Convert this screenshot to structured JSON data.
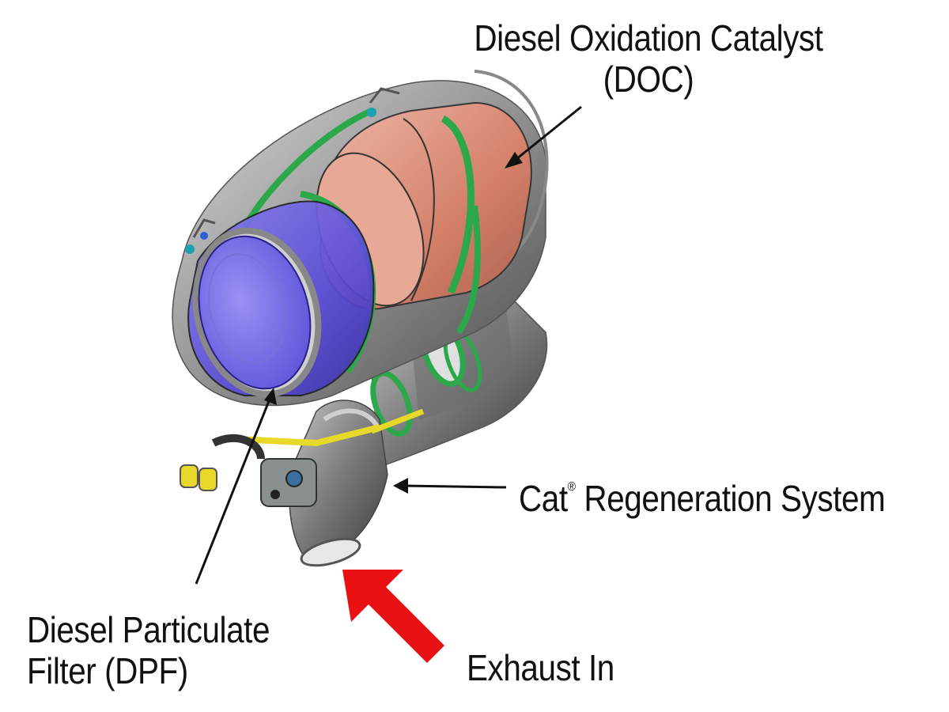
{
  "labels": {
    "doc_line1": "Diesel Oxidation Catalyst",
    "doc_line2": "(DOC)",
    "cat_brand": "Cat",
    "cat_mark": "®",
    "cat_rest": " Regeneration System",
    "dpf_line1": "Diesel Particulate",
    "dpf_line2": "Filter (DPF)",
    "exhaust": "Exhaust In"
  },
  "colors": {
    "doc_fill": "#e08f7a",
    "dpf_fill": "#6f62e0",
    "housing": "#9a9a9a",
    "band": "#2aa84a",
    "bracket": "#e8d82a",
    "exhaust_arrow": "#e81010",
    "pointer_arrow": "#111111"
  }
}
